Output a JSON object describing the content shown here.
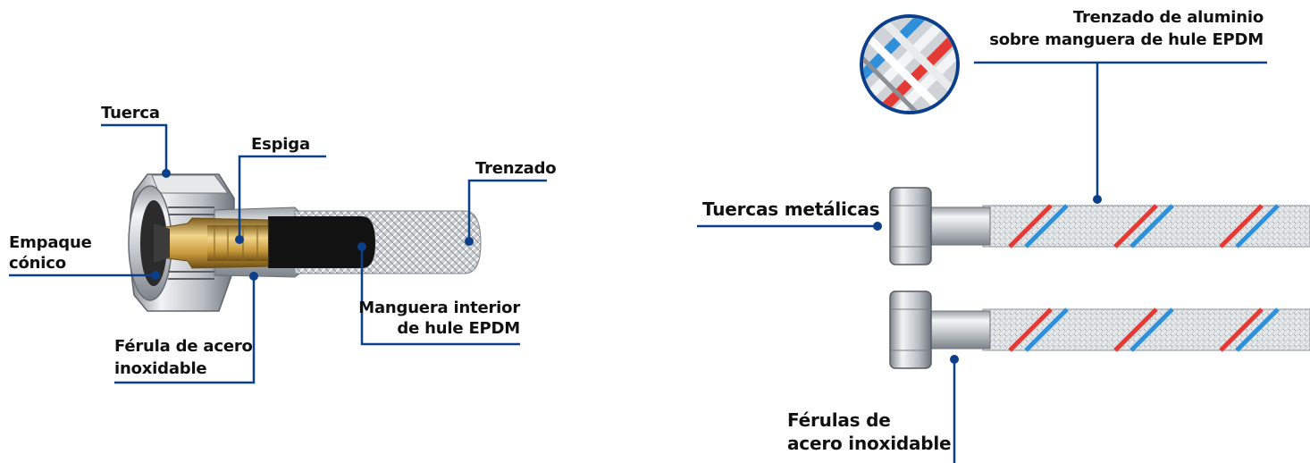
{
  "colors": {
    "leader_line": "#0b3f8a",
    "steel_light": "#eef0f2",
    "steel_dark": "#8e949b",
    "braid_red": "#e23b36",
    "braid_blue": "#2f8fd8",
    "brass": "#c99a3c",
    "hose_black": "#111111"
  },
  "left_diagram": {
    "labels": {
      "tuerca": "Tuerca",
      "espiga": "Espiga",
      "trenzado": "Trenzado",
      "empaque_1": "Empaque",
      "empaque_2": "cónico",
      "manguera_1": "Manguera interior",
      "manguera_2": "de hule EPDM",
      "ferula_1": "Férula de acero",
      "ferula_2": "inoxidable"
    }
  },
  "right_diagram": {
    "labels": {
      "trenzado_1": "Trenzado de aluminio",
      "trenzado_2": "sobre manguera de hule EPDM",
      "tuercas": "Tuercas metálicas",
      "ferulas_1": "Férulas de",
      "ferulas_2": "acero inoxidable"
    },
    "icons": [
      "braid-closeup-icon",
      "hex-nut-icon",
      "braided-hose-icon"
    ]
  }
}
